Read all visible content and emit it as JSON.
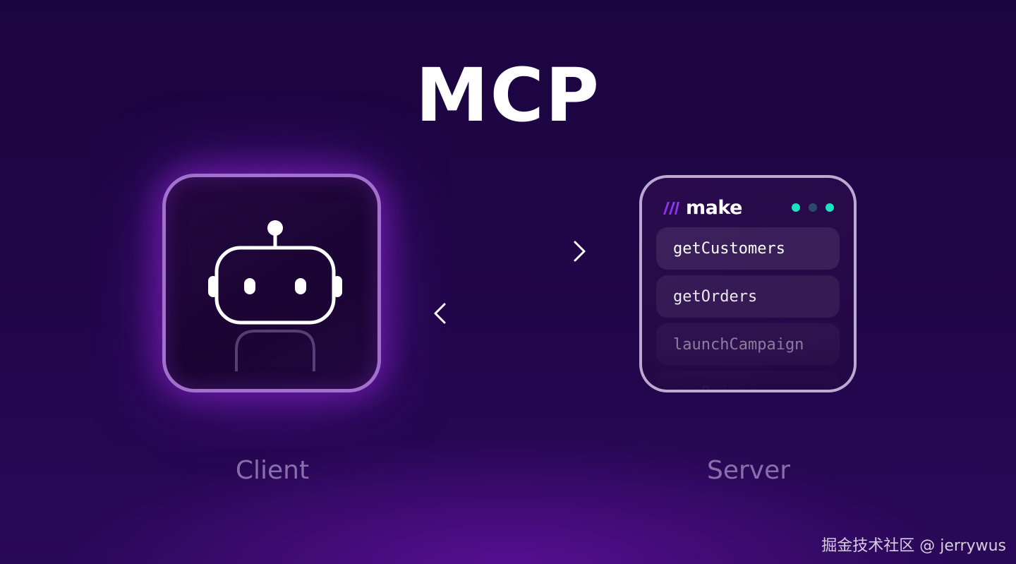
{
  "title": "MCP",
  "client": {
    "label": "Client",
    "icon": "robot-icon"
  },
  "server": {
    "label": "Server",
    "brand": "make",
    "brand_logo": "make-logo-icon",
    "status_dots": [
      "#1fe0c0",
      "#2d4a6a",
      "#1fe0c0"
    ],
    "tools": [
      "getCustomers",
      "getOrders",
      "launchCampaign",
      "sumPrices"
    ]
  },
  "arrows": {
    "request": "arrow-right-icon",
    "response": "arrow-left-icon"
  },
  "watermark": "掘金技术社区 @ jerrywus",
  "colors": {
    "background": "#1f0645",
    "accent_purple": "#a040e0",
    "status_teal": "#1fe0c0"
  }
}
